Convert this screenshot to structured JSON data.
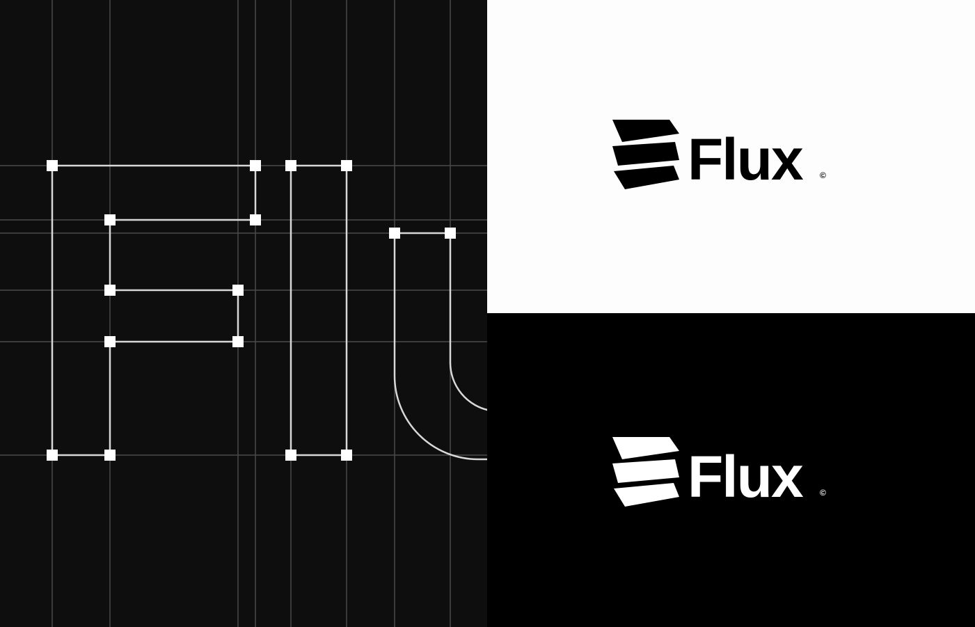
{
  "colors": {
    "construction_background": "#0e0e0e",
    "grid_line": "#4a4a4a",
    "outline_stroke": "#d8d8d8",
    "anchor_point": "#ffffff",
    "light_background": "#fdfdfd",
    "light_mark": "#000000",
    "dark_background": "#000000",
    "dark_mark": "#ffffff"
  },
  "lockups": [
    {
      "id": "light",
      "wordmark": "Flux",
      "copyright_symbol": "©",
      "icon": "stacked-wedges-logo-icon"
    },
    {
      "id": "dark",
      "wordmark": "Flux",
      "copyright_symbol": "©",
      "icon": "stacked-wedges-logo-icon"
    }
  ]
}
